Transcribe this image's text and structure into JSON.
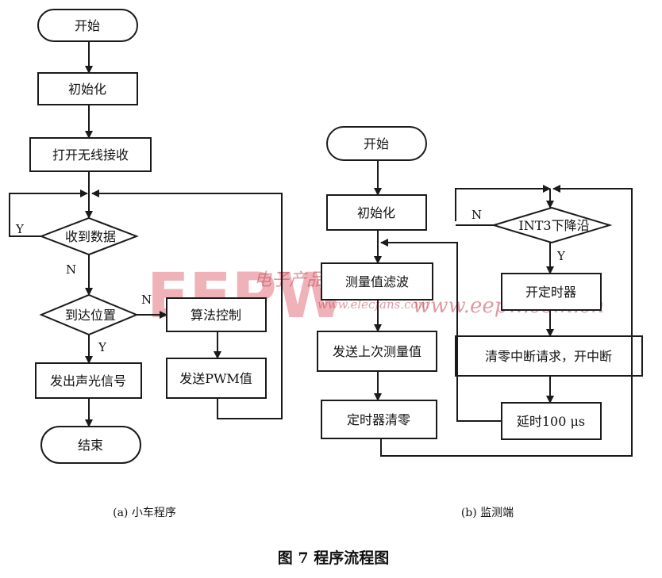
{
  "left_flow": {
    "start": "开始",
    "init": "初始化",
    "open_wireless": "打开无线接收",
    "recv_data": "收到数据",
    "arrive_pos": "到达位置",
    "algorithm": "算法控制",
    "send_pwm": "发送PWM值",
    "signal": "发出声光信号",
    "end": "结束",
    "y1": "Y",
    "n1": "N",
    "n2": "N",
    "y2": "Y",
    "caption": "(a) 小车程序"
  },
  "mid_flow": {
    "start": "开始",
    "init": "初始化",
    "filter": "测量值滤波",
    "send_last": "发送上次测量值",
    "timer_clear": "定时器清零"
  },
  "right_flow": {
    "int3": "INT3下降沿",
    "n": "N",
    "y": "Y",
    "start_timer": "开定时器",
    "clear_irq": "清零中断请求，开中断",
    "delay": "延时100 μs",
    "caption": "(b) 监测端"
  },
  "figure_title": "图 7    程序流程图",
  "watermark": {
    "logo": "EEPW",
    "cn": "电子产品世界",
    "url": "www.elecfans.com",
    "url2": "www.eepw.com.cn"
  }
}
